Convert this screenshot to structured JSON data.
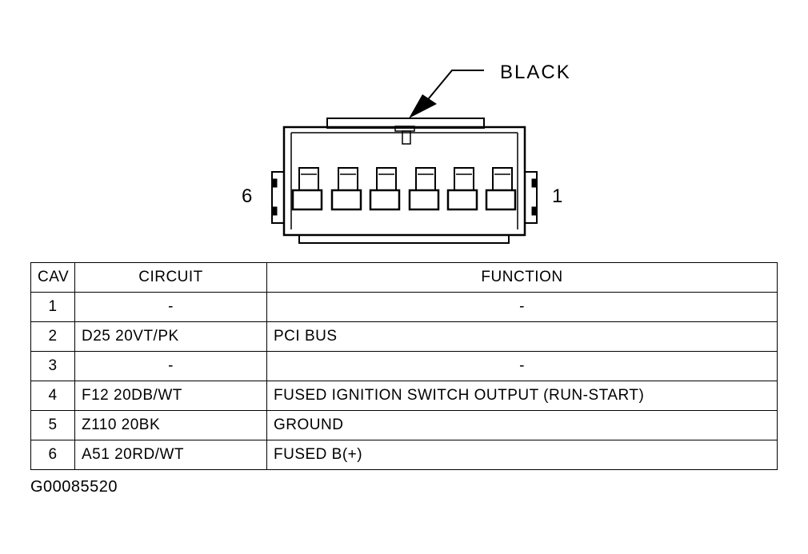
{
  "connector": {
    "color_label": "BLACK",
    "pin_label_left": "6",
    "pin_label_right": "1",
    "cavity_count": 6
  },
  "table": {
    "headers": {
      "cav": "CAV",
      "circuit": "CIRCUIT",
      "function": "FUNCTION"
    },
    "rows": [
      {
        "cav": "1",
        "circuit": "-",
        "function": "-"
      },
      {
        "cav": "2",
        "circuit": "D25 20VT/PK",
        "function": "PCI BUS"
      },
      {
        "cav": "3",
        "circuit": "-",
        "function": "-"
      },
      {
        "cav": "4",
        "circuit": "F12 20DB/WT",
        "function": "FUSED IGNITION SWITCH OUTPUT (RUN-START)"
      },
      {
        "cav": "5",
        "circuit": "Z110 20BK",
        "function": "GROUND"
      },
      {
        "cav": "6",
        "circuit": "A51 20RD/WT",
        "function": "FUSED B(+)"
      }
    ]
  },
  "figure_id": "G00085520"
}
